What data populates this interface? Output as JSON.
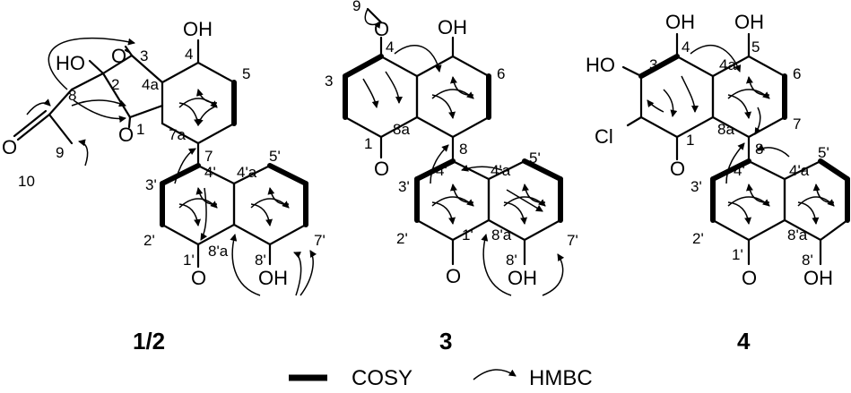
{
  "compounds": [
    {
      "caption": "1/2",
      "atoms": {
        "o3": "O",
        "o1": "O",
        "oh4": "OH",
        "ho2": "HO",
        "o9": "O",
        "o1p": "O",
        "oh8p": "OH"
      },
      "numbers": {
        "n3": "3",
        "n4": "4",
        "n5": "5",
        "n4a": "4a",
        "n2": "2",
        "n8": "8",
        "n9": "9",
        "n10": "10",
        "n1": "1",
        "n7a": "7a",
        "n7": "7",
        "n3p": "3'",
        "n4p": "4'",
        "n4ap": "4'a",
        "n5p": "5'",
        "n2p": "2'",
        "n1p": "1'",
        "n8ap": "8'a",
        "n8p": "8'",
        "n7p": "7'"
      }
    },
    {
      "caption": "3",
      "atoms": {
        "o4": "O",
        "oh5": "OH",
        "o1": "O",
        "o1p": "O",
        "oh8p": "OH"
      },
      "numbers": {
        "n9": "9",
        "n4": "4",
        "n3": "3",
        "n6": "6",
        "n1": "1",
        "n8a": "8a",
        "n8": "8",
        "n4p": "4'",
        "n5p": "5'",
        "n3p": "3'",
        "n4ap": "4'a",
        "n2p": "2'",
        "n1p": "1'",
        "n8ap": "8'a",
        "n8p": "8'",
        "n7p": "7'"
      }
    },
    {
      "caption": "4",
      "atoms": {
        "oh4": "OH",
        "oh5": "OH",
        "ho3": "HO",
        "cl": "Cl",
        "o1": "O",
        "o1p": "O",
        "oh8p": "OH"
      },
      "numbers": {
        "n4": "4",
        "n5": "5",
        "n3": "3",
        "n4a": "4a",
        "n6": "6",
        "n1": "1",
        "n8a": "8a",
        "n7": "7",
        "n8": "8",
        "n5p": "5'",
        "n4p": "4'",
        "n4ap": "4'a",
        "n3p": "3'",
        "n2p": "2'",
        "n1p": "1'",
        "n8ap": "8'a",
        "n8p": "8'"
      }
    }
  ],
  "legend": {
    "cosy": "COSY",
    "hmbc": "HMBC"
  }
}
